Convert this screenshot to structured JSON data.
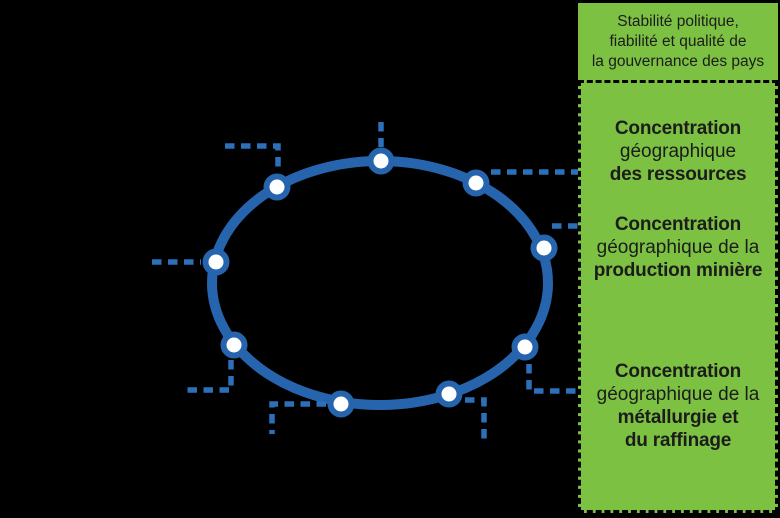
{
  "colors": {
    "background": "#000000",
    "ellipse_blue": "#2665AD",
    "connector_blue": "#2C70BA",
    "node_fill": "#FFFFFF",
    "panel_green": "#7CC142",
    "panel_text": "#1C1C1C",
    "panel_border": "#000000"
  },
  "panel": {
    "header": {
      "line1": "Stabilité politique,",
      "line2": "fiabilité et qualité de",
      "line3": "la gouvernance des pays"
    },
    "labels": [
      {
        "line1": "Concentration",
        "line2": "géographique",
        "line3": "des ressources"
      },
      {
        "line1": "Concentration",
        "line2": "géographique de la",
        "line3": "production minière"
      },
      {
        "line1": "Concentration",
        "line2": "géographique de la",
        "line3": "métallurgie et",
        "line4": "du raffinage"
      }
    ]
  }
}
